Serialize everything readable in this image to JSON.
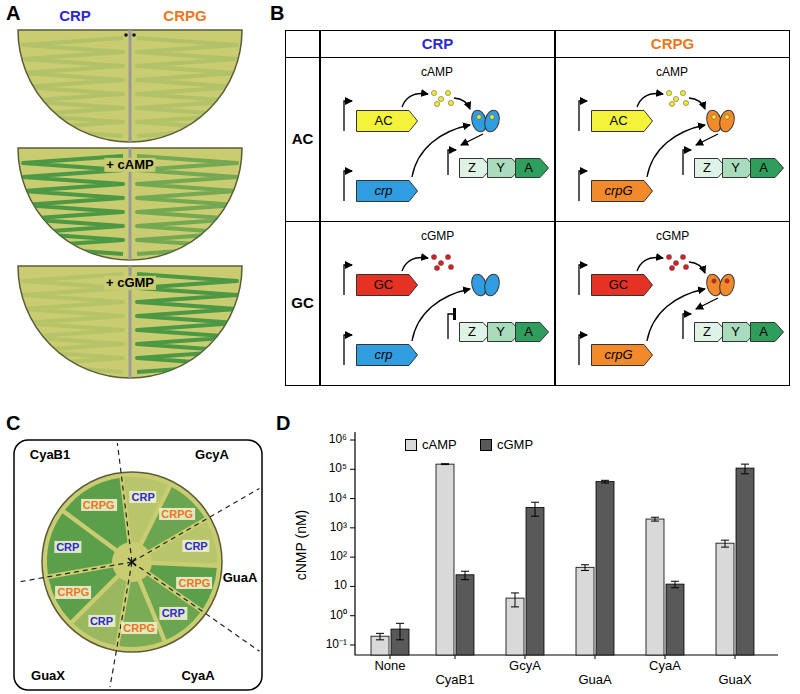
{
  "diagram": {
    "nodes": [
      {
        "text": [
          "CRP"
        ]
      },
      {
        "text": [
          "CRPG"
        ]
      },
      {
        "text": [
          "AC"
        ]
      },
      {
        "text": [
          "cAMP"
        ]
      },
      {
        "text": [
          "AC"
        ],
        "in": 3
      },
      {
        "text": [
          "crp"
        ],
        "in": 3
      },
      {
        "text": [
          "Z"
        ],
        "in": 3
      },
      {
        "text": [
          "Y"
        ],
        "in": 3
      },
      {
        "text": [
          "A"
        ],
        "in": 3
      },
      {
        "text": [
          "cAMP"
        ]
      },
      {
        "text": [
          "AC"
        ],
        "in": 9
      },
      {
        "text": [
          "crpG"
        ],
        "in": 9
      },
      {
        "text": [
          "Z"
        ],
        "in": 9
      },
      {
        "text": [
          "Y"
        ],
        "in": 9
      },
      {
        "text": [
          "A"
        ],
        "in": 9
      },
      {
        "text": [
          "GC"
        ]
      },
      {
        "text": [
          "cGMP"
        ]
      },
      {
        "text": [
          "GC"
        ],
        "in": 16
      },
      {
        "text": [
          "crp"
        ],
        "in": 16
      },
      {
        "text": [
          "Z"
        ],
        "in": 16
      },
      {
        "text": [
          "Y"
        ],
        "in": 16
      },
      {
        "text": [
          "A"
        ],
        "in": 16
      },
      {
        "text": [
          "cGMP"
        ]
      },
      {
        "text": [
          "GC"
        ],
        "in": 22
      },
      {
        "text": [
          "crpG"
        ],
        "in": 22
      },
      {
        "text": [
          "Z"
        ],
        "in": 22
      },
      {
        "text": [
          "Y"
        ],
        "in": 22
      },
      {
        "text": [
          "A"
        ],
        "in": 22
      }
    ],
    "labels": [
      "A",
      "CRP",
      "CRPG",
      "+ cAMP",
      "+ cGMP",
      "B",
      "C",
      "CyaB1",
      "GcyA",
      "GuaA",
      "CyaA",
      "GuaX",
      "CRP",
      "CRPG",
      "CRP",
      "CRPG",
      "CRP",
      "CRPG",
      "CRP",
      "CRPG",
      "CRP",
      "CRPG",
      "D",
      "cNMP (nM)",
      "10⁶",
      "10⁵",
      "10⁴",
      "10³",
      "10²",
      "10",
      "10⁰",
      "10⁻¹",
      "None",
      "CyaB1",
      "GcyA",
      "GuaA",
      "CyaA",
      "GuaX"
    ],
    "legend": [
      {
        "text": "cAMP",
        "color": "#d9d9d9"
      },
      {
        "text": "cGMP",
        "color": "#595959"
      }
    ]
  }
}
